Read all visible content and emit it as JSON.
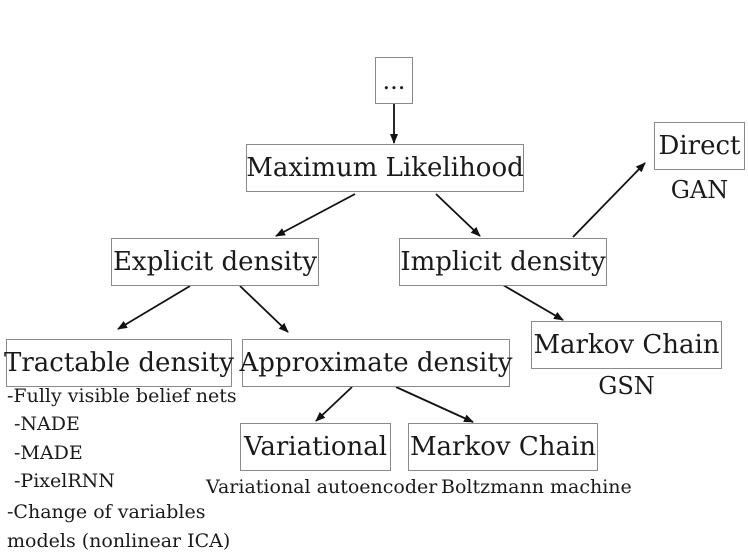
{
  "nodes": {
    "ellipsis": "...",
    "max_likelihood": "Maximum Likelihood",
    "explicit": "Explicit density",
    "implicit": "Implicit density",
    "direct": "Direct",
    "tractable": "Tractable density",
    "approximate": "Approximate density",
    "markov_chain_implicit": "Markov Chain",
    "variational": "Variational",
    "markov_chain_approx": "Markov Chain"
  },
  "captions": {
    "direct": "GAN",
    "markov_chain_implicit": "GSN",
    "variational": "Variational autoencoder",
    "markov_chain_approx": "Boltzmann machine"
  },
  "tractable_examples": [
    "-Fully visible belief nets",
    " -NADE",
    " -MADE",
    " -PixelRNN",
    "-Change of variables",
    "models (nonlinear ICA)"
  ]
}
